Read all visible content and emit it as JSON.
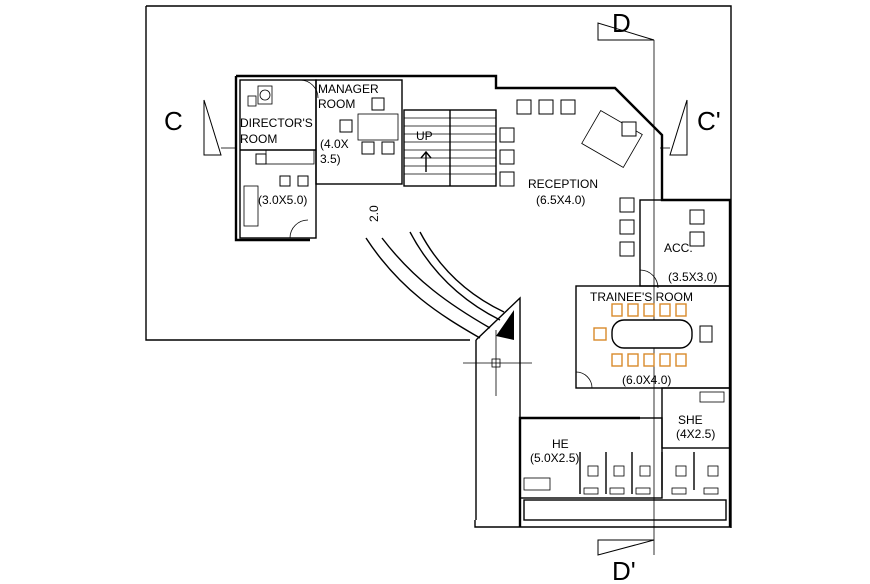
{
  "section_marks": {
    "c_left": "C",
    "c_right": "C'",
    "d_top": "D",
    "d_bottom": "D'"
  },
  "rooms": {
    "manager": {
      "name_line1": "MANAGER",
      "name_line2": "ROOM",
      "dim_line1": "(4.0X",
      "dim_line2": "3.5)"
    },
    "director": {
      "name_line1": "DIRECTOR'S",
      "name_line2": "ROOM",
      "dim": "(3.0X5.0)"
    },
    "stair": {
      "label": "UP"
    },
    "corridor": {
      "dim": "2.0"
    },
    "reception": {
      "name": "RECEPTION",
      "dim": "(6.5X4.0)"
    },
    "acc": {
      "name": "ACC.",
      "dim": "(3.5X3.0)"
    },
    "trainees": {
      "name": "TRAINEE'S ROOM",
      "dim": "(6.0X4.0)"
    },
    "she": {
      "name": "SHE",
      "dim": "(4X2.5)"
    },
    "he": {
      "name": "HE",
      "dim": "(5.0X2.5)"
    }
  },
  "colors": {
    "line": "#000000",
    "chair_accent": "#d98a2b",
    "fill_dark": "#000000"
  }
}
